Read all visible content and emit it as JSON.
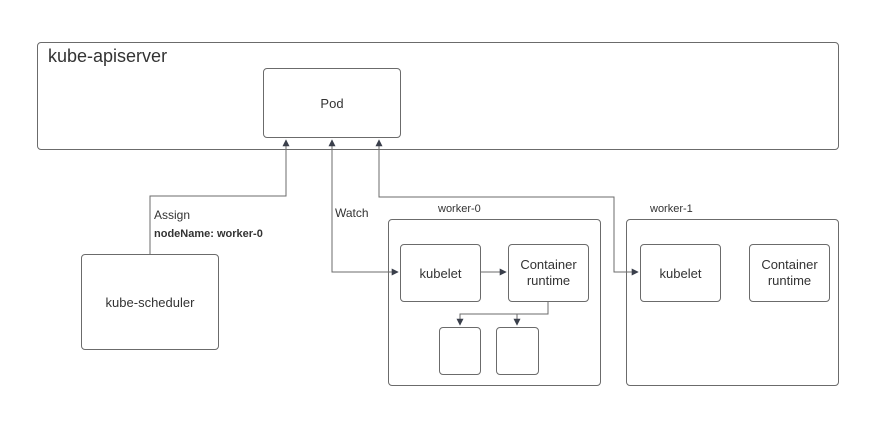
{
  "apiserver": {
    "title": "kube-apiserver"
  },
  "pod": {
    "label": "Pod"
  },
  "scheduler": {
    "label": "kube-scheduler"
  },
  "edges": {
    "assign": "Assign",
    "node_name": "nodeName: worker-0",
    "watch": "Watch"
  },
  "worker0": {
    "title": "worker-0",
    "kubelet": "kubelet",
    "runtime_line1": "Container",
    "runtime_line2": "runtime"
  },
  "worker1": {
    "title": "worker-1",
    "kubelet": "kubelet",
    "runtime_line1": "Container",
    "runtime_line2": "runtime"
  },
  "colors": {
    "stroke": "#6b6b6b",
    "arrow": "#3a3f4b",
    "text": "#333333"
  }
}
